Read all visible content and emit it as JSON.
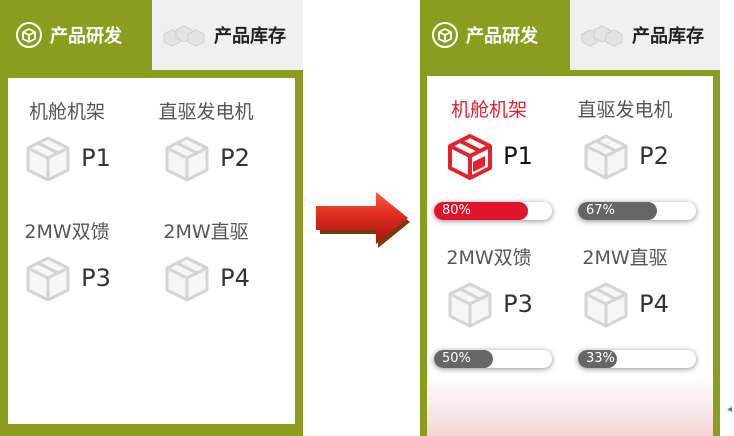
{
  "left_panel": {
    "tabs": [
      {
        "label": "产品研发",
        "icon": "box-icon",
        "active": true
      },
      {
        "label": "产品库存",
        "icon": "boxes-icon",
        "active": false
      }
    ],
    "products": [
      {
        "name": "机舱机架",
        "code": "P1"
      },
      {
        "name": "直驱发电机",
        "code": "P2"
      },
      {
        "name": "2MW双馈",
        "code": "P3"
      },
      {
        "name": "2MW直驱",
        "code": "P4"
      }
    ]
  },
  "right_panel": {
    "tabs": [
      {
        "label": "产品研发",
        "icon": "box-icon",
        "active": true
      },
      {
        "label": "产品库存",
        "icon": "boxes-icon",
        "active": false
      }
    ],
    "products": [
      {
        "name": "机舱机架",
        "code": "P1",
        "selected": true,
        "progress_label": "80%",
        "progress": 0.8
      },
      {
        "name": "直驱发电机",
        "code": "P2",
        "selected": false,
        "progress_label": "67%",
        "progress": 0.67
      },
      {
        "name": "2MW双馈",
        "code": "P3",
        "selected": false,
        "progress_label": "50%",
        "progress": 0.5
      },
      {
        "name": "2MW直驱",
        "code": "P4",
        "selected": false,
        "progress_label": "33%",
        "progress": 0.33
      }
    ]
  },
  "colors": {
    "accent": "#8a9d1f",
    "selected": "#e0232e",
    "progress_active": "#e0132b",
    "progress_inactive": "#666666",
    "arrow": "#d8281e"
  },
  "transition_icon": "right-arrow-icon"
}
